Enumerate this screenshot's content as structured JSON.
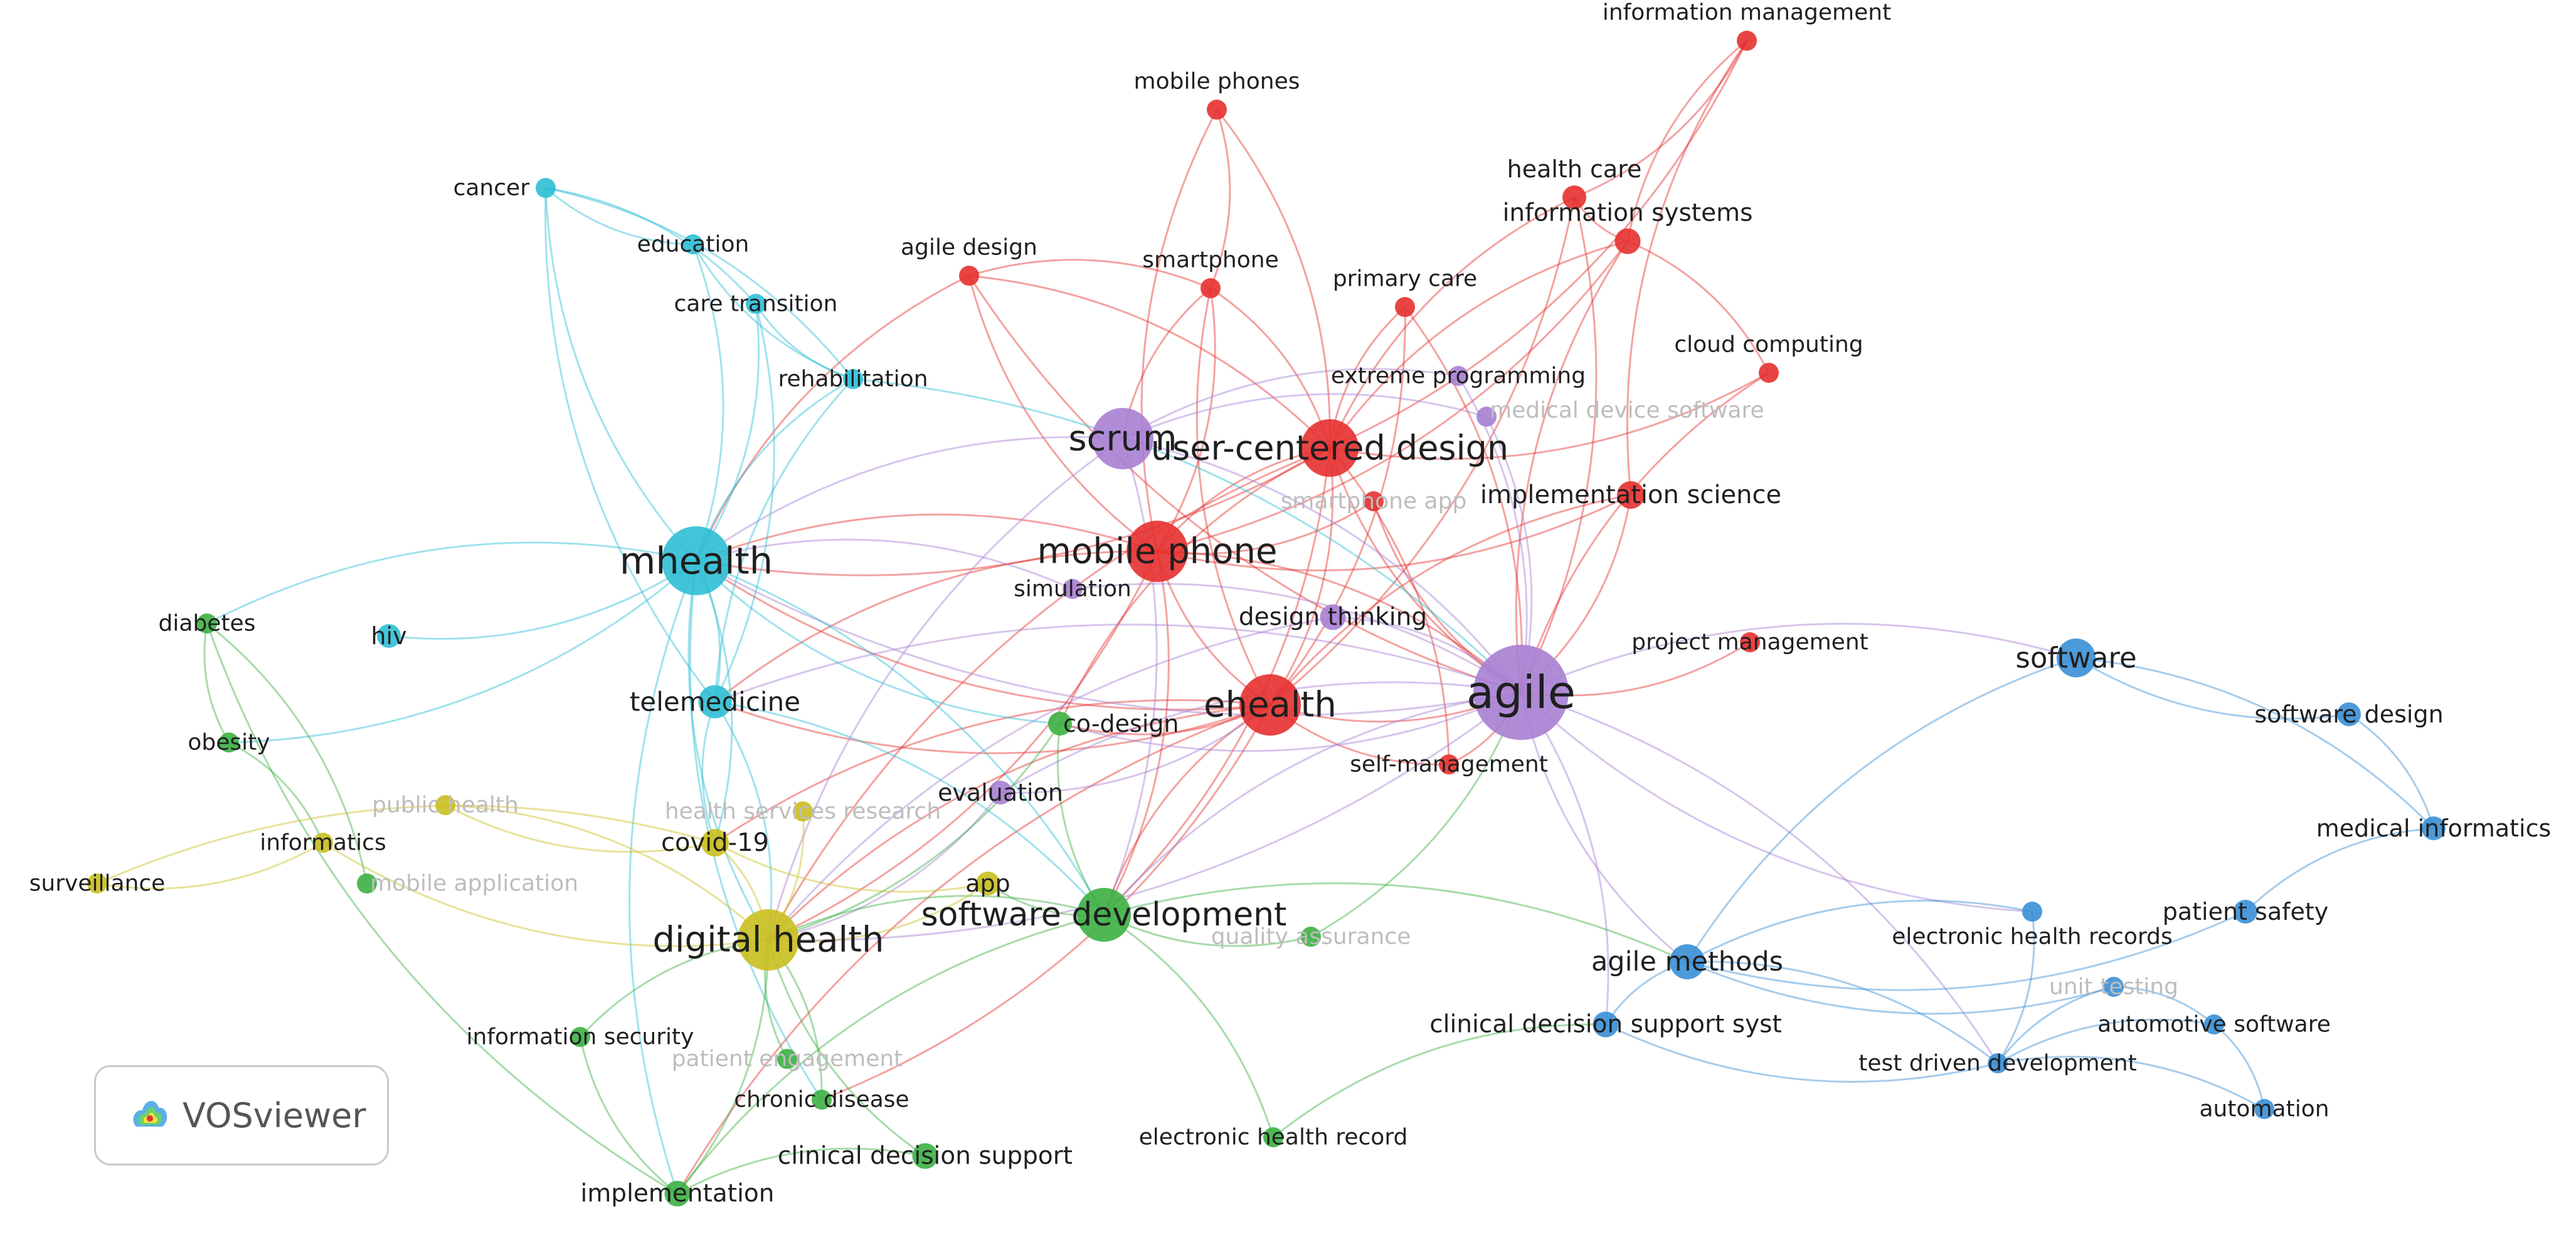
{
  "logo": {
    "text": "VOSviewer"
  },
  "colors": {
    "red": "#e5302f",
    "cyan": "#2dbfd5",
    "purple": "#a77fd3",
    "yellow": "#c9bf1e",
    "green": "#3cb043",
    "blue": "#3a8fd6"
  },
  "nodes": [
    {
      "id": "information management",
      "label": "information management",
      "cluster": "red",
      "weight": 1
    },
    {
      "id": "mobile phones",
      "label": "mobile phones",
      "cluster": "red",
      "weight": 1
    },
    {
      "id": "health care",
      "label": "health care",
      "cluster": "red",
      "weight": 1.2
    },
    {
      "id": "information systems",
      "label": "information systems",
      "cluster": "red",
      "weight": 1.3
    },
    {
      "id": "agile design",
      "label": "agile design",
      "cluster": "red",
      "weight": 1
    },
    {
      "id": "smartphone",
      "label": "smartphone",
      "cluster": "red",
      "weight": 1
    },
    {
      "id": "primary care",
      "label": "primary care",
      "cluster": "red",
      "weight": 1
    },
    {
      "id": "cloud computing",
      "label": "cloud computing",
      "cluster": "red",
      "weight": 1
    },
    {
      "id": "user-centered design",
      "label": "user-centered design",
      "cluster": "red",
      "weight": 3
    },
    {
      "id": "implementation science",
      "label": "implementation science",
      "cluster": "red",
      "weight": 1.4
    },
    {
      "id": "smartphone app",
      "label": "smartphone app",
      "cluster": "red",
      "weight": 1,
      "faded": true
    },
    {
      "id": "mobile phone",
      "label": "mobile phone",
      "cluster": "red",
      "weight": 3.2
    },
    {
      "id": "ehealth",
      "label": "ehealth",
      "cluster": "red",
      "weight": 3.2
    },
    {
      "id": "project management",
      "label": "project management",
      "cluster": "red",
      "weight": 1
    },
    {
      "id": "self-management",
      "label": "self-management",
      "cluster": "red",
      "weight": 1
    },
    {
      "id": "extreme programming",
      "label": "extreme programming",
      "cluster": "purple",
      "weight": 1
    },
    {
      "id": "medical device software",
      "label": "medical device software",
      "cluster": "purple",
      "weight": 1,
      "faded": true
    },
    {
      "id": "scrum",
      "label": "scrum",
      "cluster": "purple",
      "weight": 3.2
    },
    {
      "id": "simulation",
      "label": "simulation",
      "cluster": "purple",
      "weight": 1
    },
    {
      "id": "design thinking",
      "label": "design thinking",
      "cluster": "purple",
      "weight": 1.3
    },
    {
      "id": "agile",
      "label": "agile",
      "cluster": "purple",
      "weight": 5
    },
    {
      "id": "evaluation",
      "label": "evaluation",
      "cluster": "purple",
      "weight": 1.2
    },
    {
      "id": "cancer",
      "label": "cancer",
      "cluster": "cyan",
      "weight": 1
    },
    {
      "id": "education",
      "label": "education",
      "cluster": "cyan",
      "weight": 1
    },
    {
      "id": "care transition",
      "label": "care transition",
      "cluster": "cyan",
      "weight": 1
    },
    {
      "id": "rehabilitation",
      "label": "rehabilitation",
      "cluster": "cyan",
      "weight": 1
    },
    {
      "id": "mhealth",
      "label": "mhealth",
      "cluster": "cyan",
      "weight": 3.6
    },
    {
      "id": "hiv",
      "label": "hiv",
      "cluster": "cyan",
      "weight": 1.2
    },
    {
      "id": "telemedicine",
      "label": "telemedicine",
      "cluster": "cyan",
      "weight": 1.7
    },
    {
      "id": "diabetes",
      "label": "diabetes",
      "cluster": "green",
      "weight": 1
    },
    {
      "id": "obesity",
      "label": "obesity",
      "cluster": "green",
      "weight": 1
    },
    {
      "id": "co-design",
      "label": "co-design",
      "cluster": "green",
      "weight": 1.2
    },
    {
      "id": "mobile application",
      "label": "mobile application",
      "cluster": "green",
      "weight": 1,
      "faded": true
    },
    {
      "id": "software development",
      "label": "software development",
      "cluster": "green",
      "weight": 2.8
    },
    {
      "id": "quality assurance",
      "label": "quality assurance",
      "cluster": "green",
      "weight": 1,
      "faded": true
    },
    {
      "id": "information security",
      "label": "information security",
      "cluster": "green",
      "weight": 1
    },
    {
      "id": "patient engagement",
      "label": "patient engagement",
      "cluster": "green",
      "weight": 1,
      "faded": true
    },
    {
      "id": "chronic disease",
      "label": "chronic disease",
      "cluster": "green",
      "weight": 1
    },
    {
      "id": "clinical decision support",
      "label": "clinical decision support",
      "cluster": "green",
      "weight": 1.3
    },
    {
      "id": "electronic health record",
      "label": "electronic health record",
      "cluster": "green",
      "weight": 1
    },
    {
      "id": "implementation",
      "label": "implementation",
      "cluster": "green",
      "weight": 1.3
    },
    {
      "id": "public health",
      "label": "public health",
      "cluster": "yellow",
      "weight": 1,
      "faded": true
    },
    {
      "id": "health services research",
      "label": "health services research",
      "cluster": "yellow",
      "weight": 1,
      "faded": true
    },
    {
      "id": "informatics",
      "label": "informatics",
      "cluster": "yellow",
      "weight": 1
    },
    {
      "id": "surveillance",
      "label": "surveillance",
      "cluster": "yellow",
      "weight": 1
    },
    {
      "id": "covid-19",
      "label": "covid-19",
      "cluster": "yellow",
      "weight": 1.4
    },
    {
      "id": "app",
      "label": "app",
      "cluster": "yellow",
      "weight": 1.2
    },
    {
      "id": "digital health",
      "label": "digital health",
      "cluster": "yellow",
      "weight": 3.2
    },
    {
      "id": "software",
      "label": "software",
      "cluster": "blue",
      "weight": 2
    },
    {
      "id": "software design",
      "label": "software design",
      "cluster": "blue",
      "weight": 1.2
    },
    {
      "id": "medical informatics",
      "label": "medical informatics",
      "cluster": "blue",
      "weight": 1.2
    },
    {
      "id": "patient safety",
      "label": "patient safety",
      "cluster": "blue",
      "weight": 1.2
    },
    {
      "id": "electronic health records",
      "label": "electronic health records",
      "cluster": "blue",
      "weight": 1
    },
    {
      "id": "agile methods",
      "label": "agile methods",
      "cluster": "blue",
      "weight": 1.8
    },
    {
      "id": "unit testing",
      "label": "unit testing",
      "cluster": "blue",
      "weight": 1,
      "faded": true
    },
    {
      "id": "automotive software",
      "label": "automotive software",
      "cluster": "blue",
      "weight": 1
    },
    {
      "id": "clinical decision support syst",
      "label": "clinical decision support syst",
      "cluster": "blue",
      "weight": 1.3
    },
    {
      "id": "test driven development",
      "label": "test driven development",
      "cluster": "blue",
      "weight": 1
    },
    {
      "id": "automation",
      "label": "automation",
      "cluster": "blue",
      "weight": 1
    }
  ],
  "links": [
    [
      "information management",
      "health care"
    ],
    [
      "information management",
      "information systems"
    ],
    [
      "information management",
      "user-centered design"
    ],
    [
      "information management",
      "implementation science"
    ],
    [
      "mobile phones",
      "smartphone"
    ],
    [
      "mobile phones",
      "mobile phone"
    ],
    [
      "mobile phones",
      "user-centered design"
    ],
    [
      "health care",
      "information systems"
    ],
    [
      "health care",
      "agile"
    ],
    [
      "health care",
      "user-centered design"
    ],
    [
      "health care",
      "ehealth"
    ],
    [
      "information systems",
      "agile"
    ],
    [
      "information systems",
      "cloud computing"
    ],
    [
      "information systems",
      "user-centered design"
    ],
    [
      "information systems",
      "mobile phone"
    ],
    [
      "agile design",
      "mobile phone"
    ],
    [
      "agile design",
      "user-centered design"
    ],
    [
      "agile design",
      "mhealth"
    ],
    [
      "agile design",
      "smartphone"
    ],
    [
      "agile design",
      "agile"
    ],
    [
      "smartphone",
      "mobile phone"
    ],
    [
      "smartphone",
      "ehealth"
    ],
    [
      "smartphone",
      "user-centered design"
    ],
    [
      "smartphone",
      "scrum"
    ],
    [
      "primary care",
      "agile"
    ],
    [
      "primary care",
      "user-centered design"
    ],
    [
      "primary care",
      "ehealth"
    ],
    [
      "cloud computing",
      "agile"
    ],
    [
      "cloud computing",
      "user-centered design"
    ],
    [
      "user-centered design",
      "mobile phone"
    ],
    [
      "user-centered design",
      "ehealth"
    ],
    [
      "user-centered design",
      "agile"
    ],
    [
      "user-centered design",
      "mhealth"
    ],
    [
      "user-centered design",
      "digital health"
    ],
    [
      "user-centered design",
      "software development"
    ],
    [
      "user-centered design",
      "co-design"
    ],
    [
      "implementation science",
      "agile"
    ],
    [
      "implementation science",
      "ehealth"
    ],
    [
      "implementation science",
      "mobile phone"
    ],
    [
      "smartphone app",
      "agile"
    ],
    [
      "smartphone app",
      "mobile phone"
    ],
    [
      "mobile phone",
      "ehealth"
    ],
    [
      "mobile phone",
      "agile"
    ],
    [
      "mobile phone",
      "mhealth"
    ],
    [
      "mobile phone",
      "digital health"
    ],
    [
      "mobile phone",
      "telemedicine"
    ],
    [
      "mobile phone",
      "software development"
    ],
    [
      "ehealth",
      "agile"
    ],
    [
      "ehealth",
      "mhealth"
    ],
    [
      "ehealth",
      "digital health"
    ],
    [
      "ehealth",
      "telemedicine"
    ],
    [
      "ehealth",
      "software development"
    ],
    [
      "ehealth",
      "co-design"
    ],
    [
      "ehealth",
      "covid-19"
    ],
    [
      "ehealth",
      "chronic disease"
    ],
    [
      "ehealth",
      "implementation"
    ],
    [
      "project management",
      "agile"
    ],
    [
      "self-management",
      "agile"
    ],
    [
      "self-management",
      "ehealth"
    ],
    [
      "self-management",
      "user-centered design"
    ],
    [
      "extreme programming",
      "agile"
    ],
    [
      "extreme programming",
      "scrum"
    ],
    [
      "medical device software",
      "agile"
    ],
    [
      "medical device software",
      "scrum"
    ],
    [
      "scrum",
      "agile"
    ],
    [
      "scrum",
      "mhealth"
    ],
    [
      "scrum",
      "software development"
    ],
    [
      "scrum",
      "digital health"
    ],
    [
      "simulation",
      "agile"
    ],
    [
      "simulation",
      "mhealth"
    ],
    [
      "design thinking",
      "agile"
    ],
    [
      "design thinking",
      "digital health"
    ],
    [
      "agile",
      "software"
    ],
    [
      "agile",
      "agile methods"
    ],
    [
      "agile",
      "digital health"
    ],
    [
      "agile",
      "software development"
    ],
    [
      "agile",
      "mhealth"
    ],
    [
      "agile",
      "telemedicine"
    ],
    [
      "agile",
      "clinical decision support syst"
    ],
    [
      "agile",
      "electronic health records"
    ],
    [
      "agile",
      "test driven development"
    ],
    [
      "agile",
      "evaluation"
    ],
    [
      "agile",
      "co-design"
    ],
    [
      "evaluation",
      "ehealth"
    ],
    [
      "evaluation",
      "digital health"
    ],
    [
      "cancer",
      "education"
    ],
    [
      "cancer",
      "care transition"
    ],
    [
      "cancer",
      "mhealth"
    ],
    [
      "cancer",
      "rehabilitation"
    ],
    [
      "cancer",
      "telemedicine"
    ],
    [
      "education",
      "mhealth"
    ],
    [
      "education",
      "rehabilitation"
    ],
    [
      "care transition",
      "mhealth"
    ],
    [
      "care transition",
      "rehabilitation"
    ],
    [
      "care transition",
      "telemedicine"
    ],
    [
      "rehabilitation",
      "mhealth"
    ],
    [
      "rehabilitation",
      "agile"
    ],
    [
      "rehabilitation",
      "telemedicine"
    ],
    [
      "mhealth",
      "hiv"
    ],
    [
      "mhealth",
      "diabetes"
    ],
    [
      "mhealth",
      "telemedicine"
    ],
    [
      "mhealth",
      "digital health"
    ],
    [
      "mhealth",
      "software development"
    ],
    [
      "mhealth",
      "co-design"
    ],
    [
      "mhealth",
      "obesity"
    ],
    [
      "mhealth",
      "implementation"
    ],
    [
      "mhealth",
      "covid-19"
    ],
    [
      "mhealth",
      "chronic disease"
    ],
    [
      "telemedicine",
      "digital health"
    ],
    [
      "telemedicine",
      "covid-19"
    ],
    [
      "telemedicine",
      "software development"
    ],
    [
      "diabetes",
      "obesity"
    ],
    [
      "diabetes",
      "mobile application"
    ],
    [
      "diabetes",
      "implementation"
    ],
    [
      "obesity",
      "informatics"
    ],
    [
      "co-design",
      "software development"
    ],
    [
      "co-design",
      "digital health"
    ],
    [
      "software development",
      "digital health"
    ],
    [
      "software development",
      "app"
    ],
    [
      "software development",
      "quality assurance"
    ],
    [
      "software development",
      "agile methods"
    ],
    [
      "software development",
      "implementation"
    ],
    [
      "software development",
      "electronic health record"
    ],
    [
      "quality assurance",
      "agile"
    ],
    [
      "information security",
      "digital health"
    ],
    [
      "information security",
      "implementation"
    ],
    [
      "patient engagement",
      "digital health"
    ],
    [
      "chronic disease",
      "digital health"
    ],
    [
      "clinical decision support",
      "digital health"
    ],
    [
      "clinical decision support",
      "implementation"
    ],
    [
      "electronic health record",
      "clinical decision support syst"
    ],
    [
      "implementation",
      "digital health"
    ],
    [
      "public health",
      "digital health"
    ],
    [
      "public health",
      "covid-19"
    ],
    [
      "health services research",
      "digital health"
    ],
    [
      "informatics",
      "digital health"
    ],
    [
      "surveillance",
      "covid-19"
    ],
    [
      "surveillance",
      "informatics"
    ],
    [
      "covid-19",
      "digital health"
    ],
    [
      "covid-19",
      "app"
    ],
    [
      "app",
      "digital health"
    ],
    [
      "software",
      "software design"
    ],
    [
      "software",
      "medical informatics"
    ],
    [
      "software",
      "agile methods"
    ],
    [
      "software design",
      "medical informatics"
    ],
    [
      "medical informatics",
      "patient safety"
    ],
    [
      "patient safety",
      "agile methods"
    ],
    [
      "electronic health records",
      "agile methods"
    ],
    [
      "electronic health records",
      "test driven development"
    ],
    [
      "agile methods",
      "clinical decision support syst"
    ],
    [
      "agile methods",
      "test driven development"
    ],
    [
      "agile methods",
      "unit testing"
    ],
    [
      "unit testing",
      "automotive software"
    ],
    [
      "unit testing",
      "test driven development"
    ],
    [
      "automotive software",
      "automation"
    ],
    [
      "automotive software",
      "test driven development"
    ],
    [
      "test driven development",
      "automation"
    ],
    [
      "clinical decision support syst",
      "test driven development"
    ]
  ]
}
